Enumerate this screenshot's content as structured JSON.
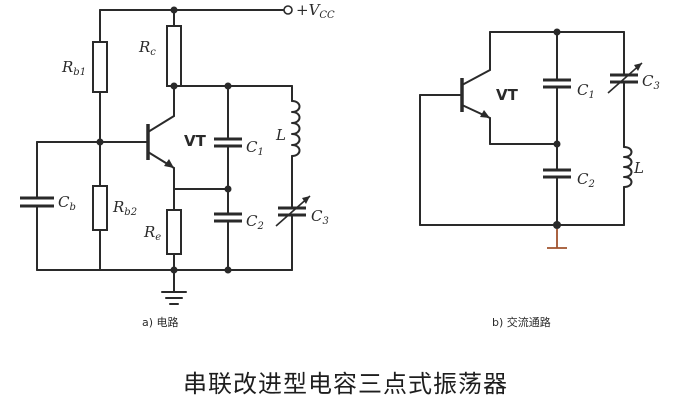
{
  "figure_title": "串联改进型电容三点式振荡器",
  "panel_a": {
    "caption": "a) 电路",
    "supply": "+V",
    "supply_sub": "CC",
    "transistor": "VT",
    "rb1": "R",
    "rb1_sub": "b1",
    "rb2": "R",
    "rb2_sub": "b2",
    "rc": "R",
    "rc_sub": "c",
    "re": "R",
    "re_sub": "e",
    "cb": "C",
    "cb_sub": "b",
    "c1": "C",
    "c1_sub": "1",
    "c2": "C",
    "c2_sub": "2",
    "c3": "C",
    "c3_sub": "3",
    "l": "L"
  },
  "panel_b": {
    "caption": "b) 交流通路",
    "transistor": "VT",
    "c1": "C",
    "c1_sub": "1",
    "c2": "C",
    "c2_sub": "2",
    "c3": "C",
    "c3_sub": "3",
    "l": "L"
  }
}
